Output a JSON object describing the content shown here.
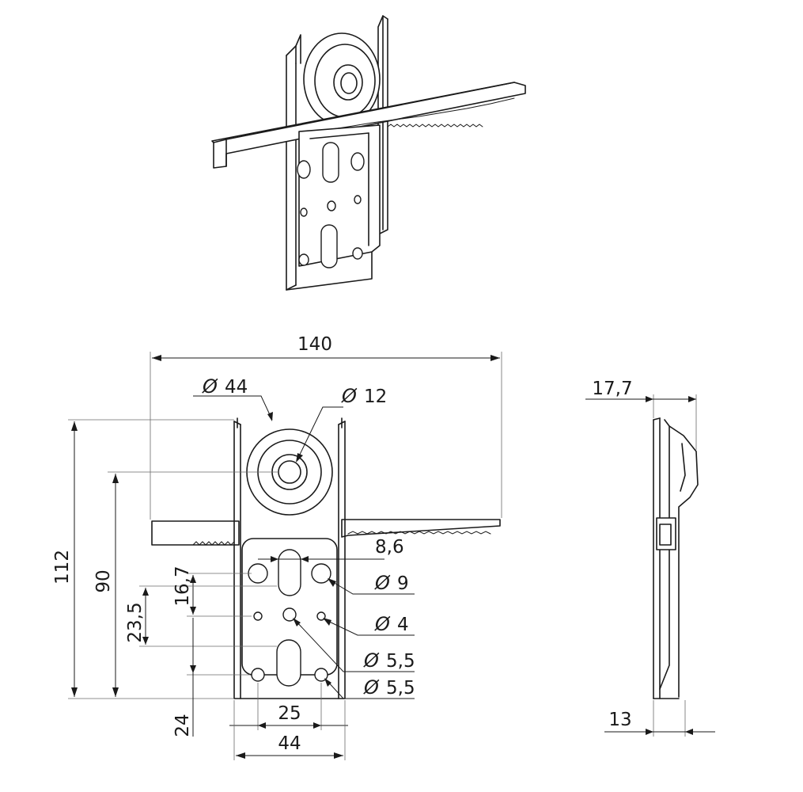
{
  "dimensions": {
    "width_total": "140",
    "wheel_diameter": "44",
    "axle_diameter": "12",
    "height_total": "112",
    "height_to_axle": "90",
    "slot_width": "8,6",
    "hole_large": "9",
    "hole_small": "4",
    "hole_mid": "5,5",
    "hole_bottom": "5,5",
    "slot_spacing": "16,7",
    "hole_vertical_spacing": "23,5",
    "bottom_offset": "24",
    "hole_spacing_horizontal": "25",
    "plate_width": "44",
    "side_depth_top": "17,7",
    "side_depth_bottom": "13"
  },
  "diameter_symbol": "Ø"
}
